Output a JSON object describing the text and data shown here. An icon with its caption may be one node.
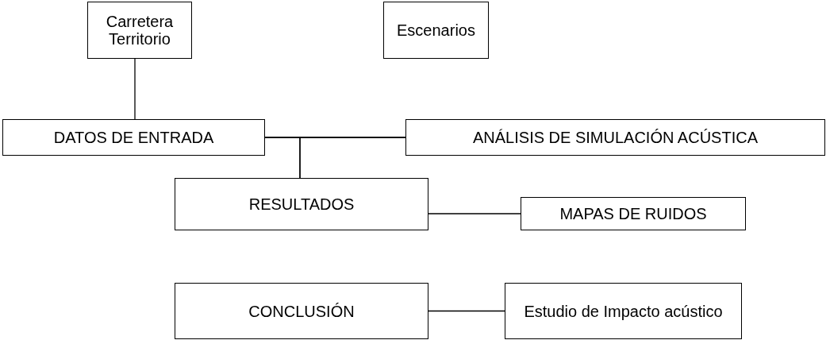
{
  "diagram": {
    "nodes": [
      {
        "text": [
          "Carretera Territorio"
        ]
      },
      {
        "text": [
          "Escenarios"
        ]
      },
      {
        "text": [
          "DATOS DE ENTRADA"
        ]
      },
      {
        "text": [
          "ANÁLISIS DE SIMULACIÓN ACÚSTICA"
        ]
      },
      {
        "text": [
          "RESULTADOS"
        ]
      },
      {
        "text": [
          "MAPAS DE RUIDOS"
        ]
      },
      {
        "text": [
          "CONCLUSIÓN"
        ]
      },
      {
        "text": [
          "Estudio de Impacto acústico"
        ]
      }
    ],
    "edges": [
      {
        "from": 0,
        "to": 2,
        "arrow": "none"
      },
      {
        "from": 2,
        "to": 3,
        "arrow": "none"
      },
      {
        "from": 2,
        "to": 4,
        "arrow": "none"
      },
      {
        "from": 3,
        "to": 4,
        "arrow": "none"
      },
      {
        "from": 4,
        "to": 5,
        "arrow": "none"
      },
      {
        "from": 6,
        "to": 7,
        "arrow": "none"
      }
    ]
  }
}
